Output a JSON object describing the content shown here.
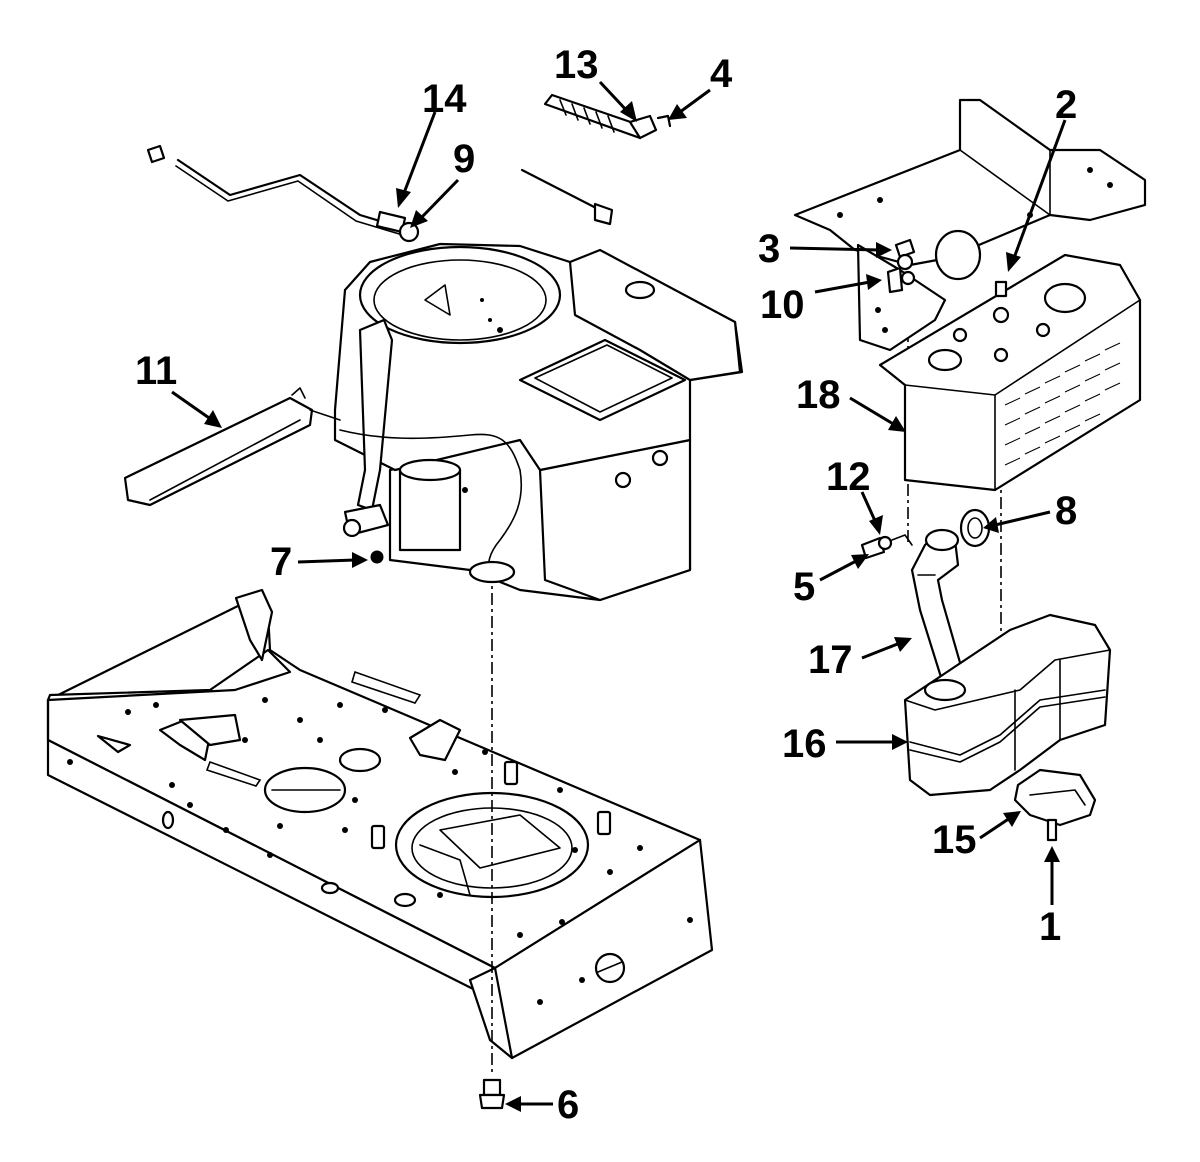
{
  "callouts": [
    {
      "id": "1",
      "label": "1"
    },
    {
      "id": "2",
      "label": "2"
    },
    {
      "id": "3",
      "label": "3"
    },
    {
      "id": "4",
      "label": "4"
    },
    {
      "id": "5",
      "label": "5"
    },
    {
      "id": "6",
      "label": "6"
    },
    {
      "id": "7",
      "label": "7"
    },
    {
      "id": "8",
      "label": "8"
    },
    {
      "id": "9",
      "label": "9"
    },
    {
      "id": "10",
      "label": "10"
    },
    {
      "id": "11",
      "label": "11"
    },
    {
      "id": "12",
      "label": "12"
    },
    {
      "id": "13",
      "label": "13"
    },
    {
      "id": "14",
      "label": "14"
    },
    {
      "id": "15",
      "label": "15"
    },
    {
      "id": "16",
      "label": "16"
    },
    {
      "id": "17",
      "label": "17"
    },
    {
      "id": "18",
      "label": "18"
    }
  ],
  "colors": {
    "line": "#000000",
    "background": "#ffffff"
  }
}
